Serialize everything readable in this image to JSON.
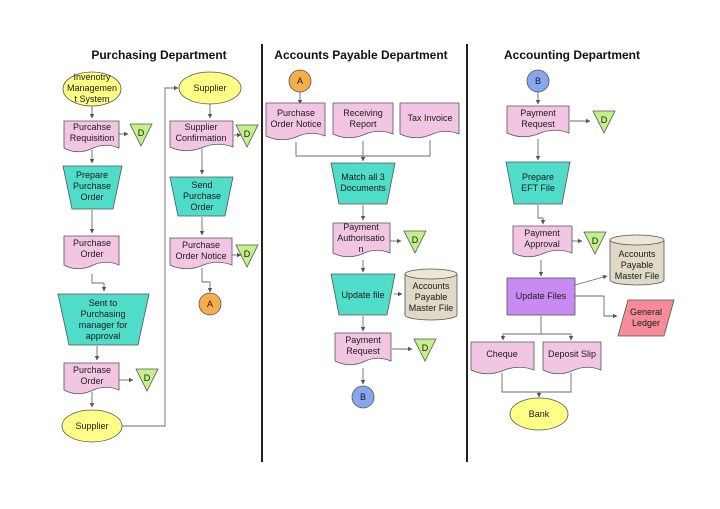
{
  "colors": {
    "document": "#f2c6e2",
    "manual_op": "#4fdcc9",
    "terminator": "#ffff88",
    "offpage_A": "#f6ad4e",
    "offpage_B": "#86a7ee",
    "triangle": "#c4ef8a",
    "disk": "#e0d9c6",
    "process": "#c88bf2",
    "data": "#f78b9a",
    "divider": "#222222",
    "line": "#6b6b6b"
  },
  "headings": {
    "purchasing": "Purchasing Department",
    "accounts_payable": "Accounts Payable Department",
    "accounting": "Accounting Department"
  },
  "purchasing": {
    "inventory": [
      "Invenotry",
      "Managemen",
      "t System"
    ],
    "requisition": [
      "Purcahse",
      "Requisition"
    ],
    "requisition_d": "D",
    "prepare_po": [
      "Prepare",
      "Purchase",
      "Order"
    ],
    "purchase_order_1": [
      "Purchase",
      "Order"
    ],
    "sent_to_manager": [
      "Sent to",
      "Purchasing",
      "manager for",
      "approval"
    ],
    "purchase_order_2": [
      "Purchase",
      "Order"
    ],
    "purchase_order_2_d": "D",
    "supplier_bottom": "Supplier",
    "supplier_top": "Supplier",
    "supplier_confirmation": [
      "Supplier",
      "Confirmation"
    ],
    "supplier_confirmation_d": "D",
    "send_po": [
      "Send",
      "Purchase",
      "Order"
    ],
    "po_notice": [
      "Purchase",
      "Order Notice"
    ],
    "po_notice_d": "D",
    "connector_a": "A"
  },
  "accounts_payable": {
    "connector_a": "A",
    "po_notice": [
      "Purchase",
      "Order Notice"
    ],
    "receiving_report": [
      "Receiving",
      "Report"
    ],
    "tax_invoice": "Tax Invoice",
    "match": [
      "Match all 3",
      "Documents"
    ],
    "payment_auth": [
      "Payment",
      "Authorisatio",
      "n"
    ],
    "payment_auth_d": "D",
    "update_file": "Update file",
    "master_file": [
      "Accounts",
      "Payable",
      "Master File"
    ],
    "payment_request": [
      "Payment",
      "Request"
    ],
    "payment_request_d": "D",
    "connector_b": "B"
  },
  "accounting": {
    "connector_b": "B",
    "payment_request": [
      "Payment",
      "Request"
    ],
    "payment_request_d": "D",
    "prepare_eft": [
      "Prepare",
      "EFT File"
    ],
    "payment_approval": [
      "Payment",
      "Approval"
    ],
    "payment_approval_d": "D",
    "master_file": [
      "Accounts",
      "Payable",
      "Master File"
    ],
    "update_files": "Update Files",
    "general_ledger": [
      "General",
      "Ledger"
    ],
    "cheque": "Cheque",
    "deposit_slip": "Deposit Slip",
    "bank": "Bank"
  }
}
